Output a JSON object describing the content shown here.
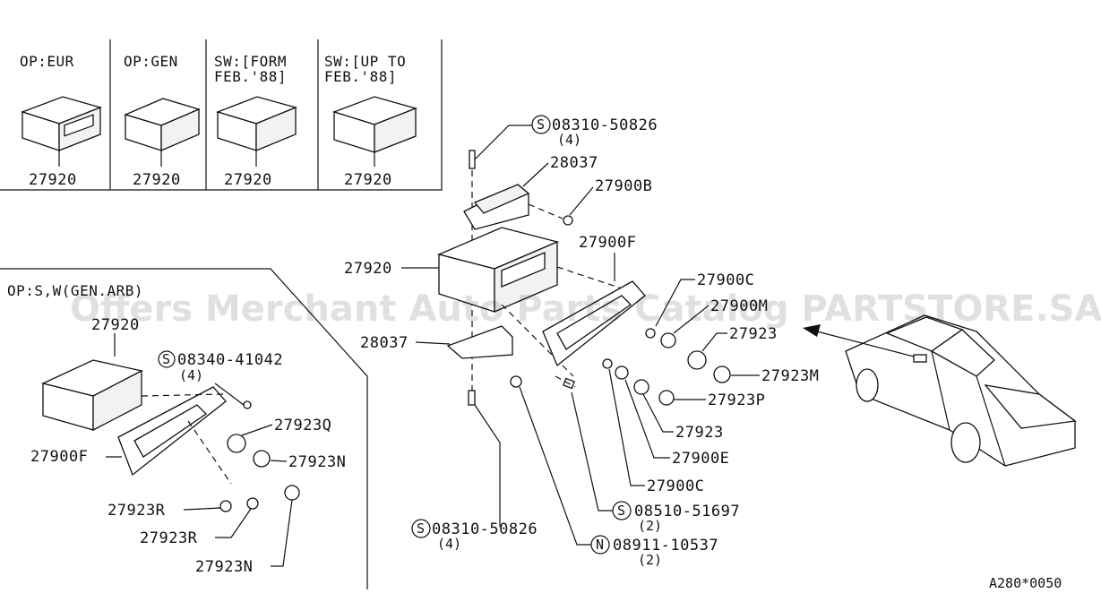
{
  "variant_headers": [
    "OP:EUR",
    "OP:GEN",
    "SW:[FORM",
    "FEB.'88]",
    "SW:[UP TO",
    "FEB.'88]"
  ],
  "inset_header": "OP:S,W(GEN.ARB)",
  "callouts": {
    "v1": "27920",
    "v2": "27920",
    "v3": "27920",
    "v4": "27920",
    "s1_code": "08310-50826",
    "s1_qty": "(4)",
    "p28037a": "28037",
    "p27900b": "27900B",
    "p27920main": "27920",
    "p27900fmain": "27900F",
    "p27900c_a": "27900C",
    "p27900m": "27900M",
    "p28037b": "28037",
    "p27923a": "27923",
    "p27923m": "27923M",
    "p27923p": "27923P",
    "p27923b": "27923",
    "p27900e": "27900E",
    "p27900c_b": "27900C",
    "s2_code": "08510-51697",
    "s2_qty": "(2)",
    "s3_code": "08310-50826",
    "s3_qty": "(4)",
    "n1_code": "08911-10537",
    "n1_qty": "(2)",
    "in_27920": "27920",
    "in_s_code": "08340-41042",
    "in_s_qty": "(4)",
    "in_27923q": "27923Q",
    "in_27900f": "27900F",
    "in_27923n_a": "27923N",
    "in_27923r_a": "27923R",
    "in_27923r_b": "27923R",
    "in_27923n_b": "27923N"
  },
  "symbols": {
    "s": "S",
    "n": "N"
  },
  "diagram_code": "A280*0050",
  "watermark": "Offers Merchant Auto Parts Catalog PARTSTORE.SA"
}
